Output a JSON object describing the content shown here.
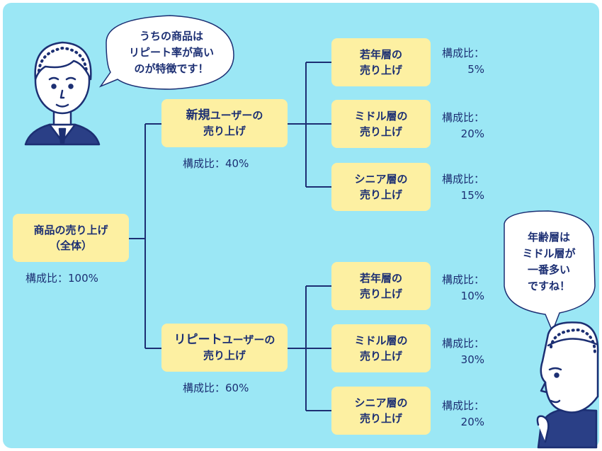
{
  "root": {
    "label_line1": "商品の売り上げ",
    "label_line2": "（全体）",
    "ratio": "構成比：100%"
  },
  "new_users": {
    "label_main": "新規",
    "label_rest": "ユーザーの",
    "label_line2": "売り上げ",
    "ratio": "構成比：40%",
    "children": [
      {
        "line1": "若年層の",
        "line2": "売り上げ",
        "ratio_label": "構成比：",
        "ratio_value": "5%"
      },
      {
        "line1": "ミドル層の",
        "line2": "売り上げ",
        "ratio_label": "構成比：",
        "ratio_value": "20%"
      },
      {
        "line1": "シニア層の",
        "line2": "売り上げ",
        "ratio_label": "構成比：",
        "ratio_value": "15%"
      }
    ]
  },
  "repeat_users": {
    "label_main": "リピート",
    "label_rest": "ユーザーの",
    "label_line2": "売り上げ",
    "ratio": "構成比：60%",
    "children": [
      {
        "line1": "若年層の",
        "line2": "売り上げ",
        "ratio_label": "構成比：",
        "ratio_value": "10%"
      },
      {
        "line1": "ミドル層の",
        "line2": "売り上げ",
        "ratio_label": "構成比：",
        "ratio_value": "30%"
      },
      {
        "line1": "シニア層の",
        "line2": "売り上げ",
        "ratio_label": "構成比：",
        "ratio_value": "20%"
      }
    ]
  },
  "speech_left": {
    "line1": "うちの商品は",
    "line2": "リピート率が高い",
    "line3": "のが特徴です！"
  },
  "speech_right": {
    "line1": "年齢層は",
    "line2": "ミドル層が",
    "line3": "一番多い",
    "line4": "ですね！"
  },
  "colors": {
    "background": "#9be7f5",
    "box": "#fdf0a2",
    "text": "#1c2f73",
    "line": "#1c2f73"
  }
}
